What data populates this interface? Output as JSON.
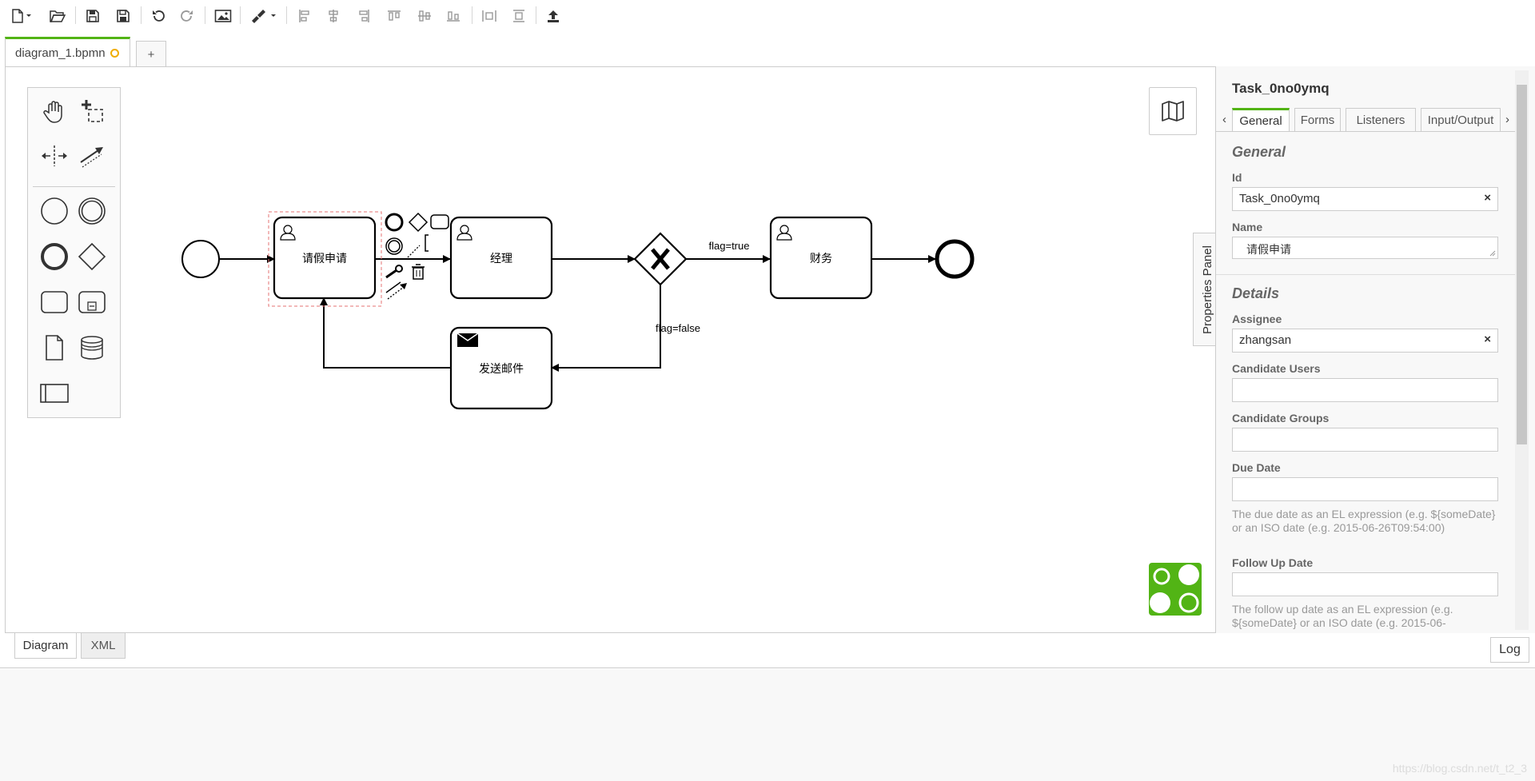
{
  "toolbar": {
    "icons": [
      "new-file-icon",
      "open-icon",
      "save-icon",
      "save-as-icon",
      "undo-icon",
      "redo-icon",
      "export-image-icon",
      "color-icon",
      "align-left-icon",
      "align-center-icon",
      "align-right-icon",
      "align-top-icon",
      "align-middle-icon",
      "align-bottom-icon",
      "distribute-horizontal-icon",
      "distribute-vertical-icon",
      "deploy-icon"
    ]
  },
  "tabs": {
    "file_tab": "diagram_1.bpmn",
    "add_tab": "+"
  },
  "diagram": {
    "tasks": {
      "request": "请假申请",
      "manager": "经理",
      "finance": "财务",
      "send_mail": "发送邮件"
    },
    "flows": {
      "true_label": "flag=true",
      "false_label": "flag=false"
    }
  },
  "props_toggle": "Properties Panel",
  "properties": {
    "title": "Task_0no0ymq",
    "tabs": [
      "General",
      "Forms",
      "Listeners",
      "Input/Output"
    ],
    "active_tab": "General",
    "general_section": "General",
    "id_label": "Id",
    "id_value": "Task_0no0ymq",
    "name_label": "Name",
    "name_value": "请假申请",
    "details_section": "Details",
    "assignee_label": "Assignee",
    "assignee_value": "zhangsan",
    "candidate_users_label": "Candidate Users",
    "candidate_users_value": "",
    "candidate_groups_label": "Candidate Groups",
    "candidate_groups_value": "",
    "due_date_label": "Due Date",
    "due_date_value": "",
    "due_date_hint": "The due date as an EL expression (e.g. ${someDate} or an ISO date (e.g. 2015-06-26T09:54:00)",
    "follow_up_label": "Follow Up Date",
    "follow_up_value": "",
    "follow_up_hint": "The follow up date as an EL expression (e.g. ${someDate} or an ISO date (e.g. 2015-06-",
    "clear_symbol": "×"
  },
  "bottom": {
    "diagram_tab": "Diagram",
    "xml_tab": "XML",
    "log_button": "Log"
  },
  "watermark": "https://blog.csdn.net/t_t2_3",
  "colors": {
    "accent": "#52b415",
    "dirty": "#f0ad00",
    "selection": "#e57373"
  }
}
